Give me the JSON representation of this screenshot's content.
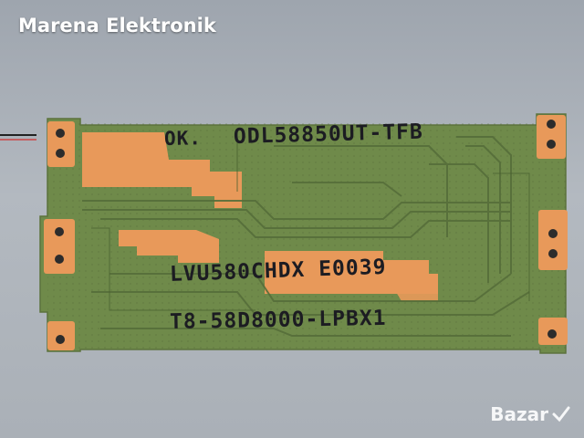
{
  "watermark": {
    "seller": "Marena Elektronik"
  },
  "board": {
    "pcb_color": "#6f8a4a",
    "copper_pad_color": "#e8995a",
    "handwriting": {
      "status": "OK.",
      "model": "ODL58850UT-TFB",
      "panel": "LVU580CHDX  E0039",
      "tcon": "T8-58D8000-LPBX1"
    }
  },
  "logo": {
    "text": "Bazar",
    "icon": "bazar-logo-icon"
  }
}
